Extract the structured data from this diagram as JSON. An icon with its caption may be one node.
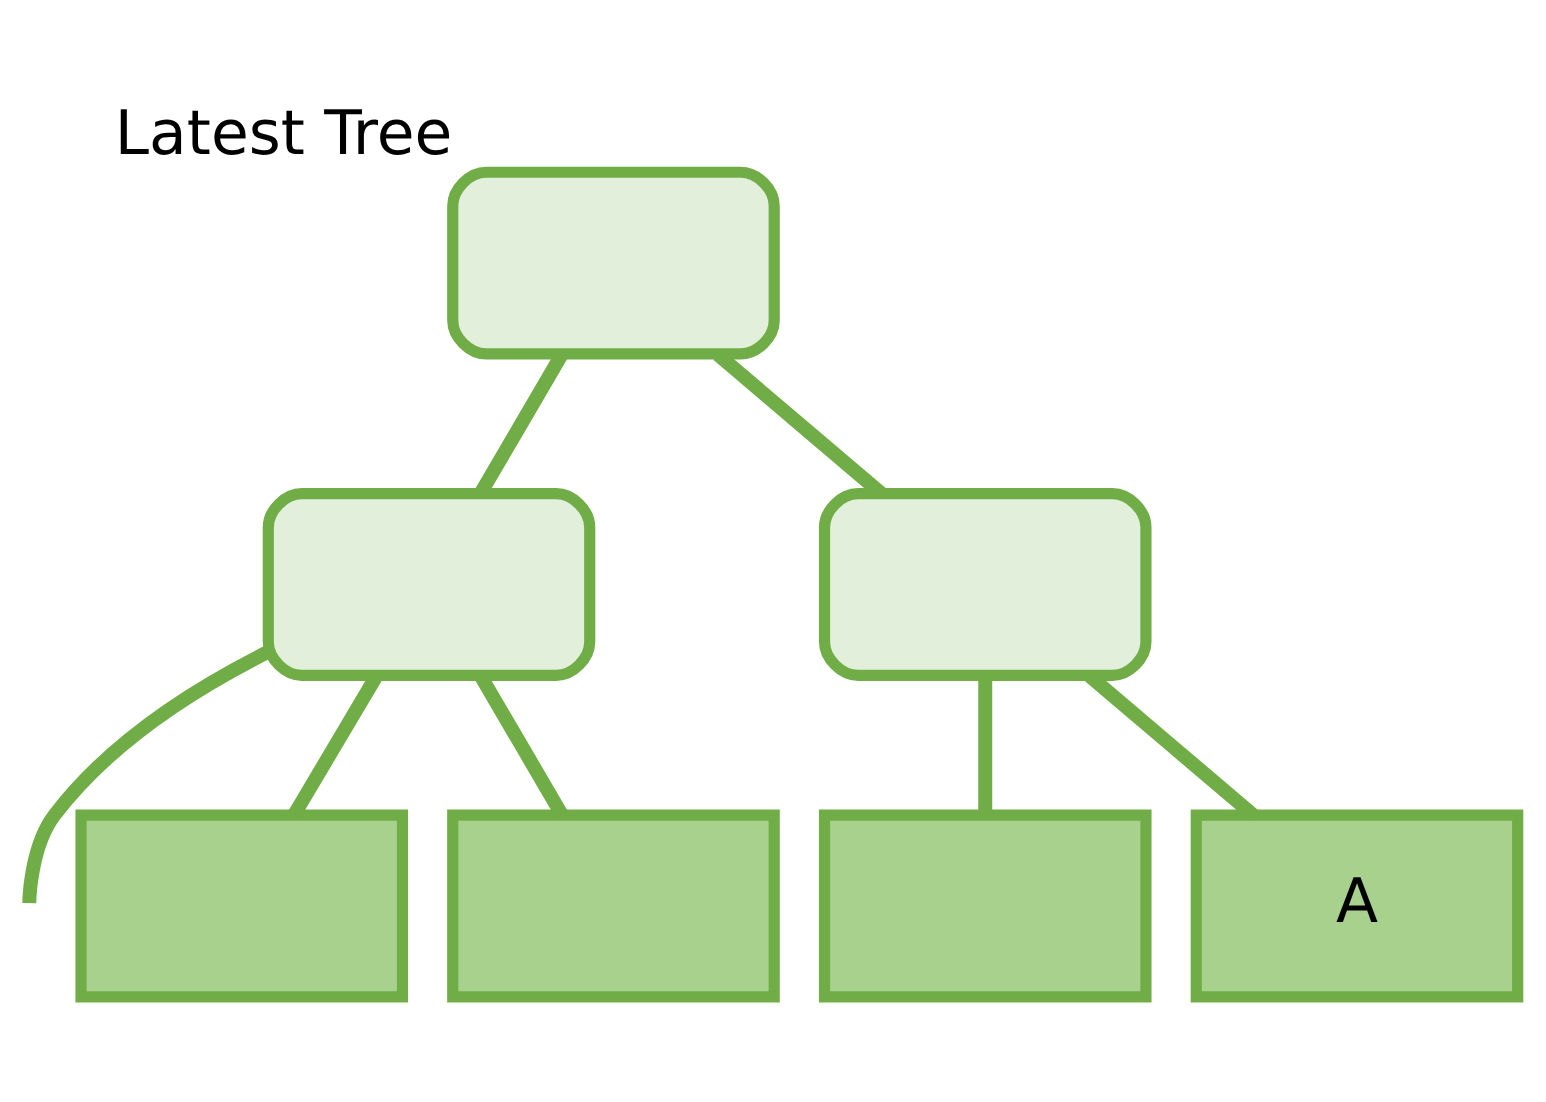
{
  "diagram": {
    "nodes": [
      {
        "text": [],
        "shape": "box",
        "beside": [
          "Latest Tree"
        ]
      },
      {
        "text": [],
        "shape": "box"
      },
      {
        "text": [],
        "shape": "box"
      },
      {
        "text": [],
        "shape": "box"
      },
      {
        "text": [],
        "shape": "box"
      },
      {
        "text": [],
        "shape": "box"
      },
      {
        "text": [
          "A"
        ]
      }
    ],
    "edges": [
      {
        "from": 0,
        "to": 1,
        "arrow": "none"
      },
      {
        "from": 0,
        "to": 2,
        "arrow": "none"
      },
      {
        "from": 1,
        "to": null,
        "arrow": "none"
      },
      {
        "from": 1,
        "to": 3,
        "arrow": "none"
      },
      {
        "from": 1,
        "to": 4,
        "arrow": "none"
      },
      {
        "from": 2,
        "to": 5,
        "arrow": "none"
      },
      {
        "from": 2,
        "to": 6,
        "arrow": "none"
      }
    ]
  }
}
